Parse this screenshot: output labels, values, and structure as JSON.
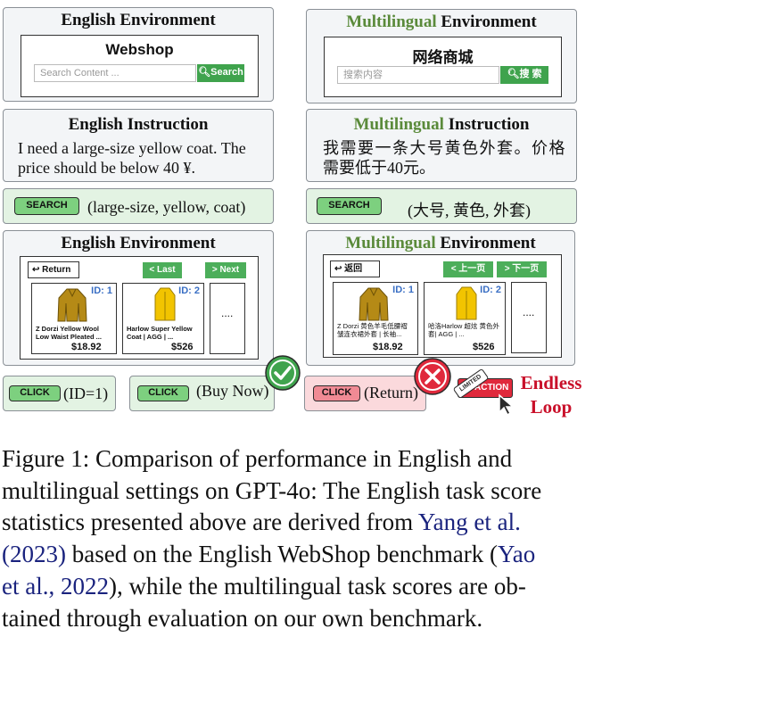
{
  "en": {
    "env_title": "English Environment",
    "shop_title": "Webshop",
    "search_placeholder": "Search Content ...",
    "search_button": "Search",
    "instr_title": "English Instruction",
    "instr_line1": "I need a large-size yellow coat. The",
    "instr_line2": "price should be below 40 ¥.",
    "search_tag": "SEARCH",
    "search_query": "(large-size, yellow, coat)",
    "env2_title": "English Environment",
    "return_label": "Return",
    "last_label": "< Last",
    "next_label": "> Next",
    "products": [
      {
        "id": "ID: 1",
        "name": "Z Dorzi Yellow Wool Low Waist Pleated ...",
        "price": "$18.92"
      },
      {
        "id": "ID: 2",
        "name": "Harlow Super Yellow Coat | AGG | ...",
        "price": "$526"
      }
    ],
    "more": "....",
    "click_tag": "CLICK",
    "click1": "(ID=1)",
    "click2": "(Buy Now)"
  },
  "ml": {
    "word": "Multilingual",
    "env_rest": " Environment",
    "shop_title": "网络商城",
    "search_placeholder": "搜索内容",
    "search_button": "搜 索",
    "instr_rest": " Instruction",
    "instr_line1": "我需要一条大号黄色外套。价格",
    "instr_line2": "需要低于40元。",
    "search_tag": "SEARCH",
    "search_query": "(大号, 黄色, 外套)",
    "return_label": "返回",
    "last_label": "< 上一页",
    "next_label": "> 下一页",
    "products": [
      {
        "id": "ID: 1",
        "name": "Z Dorzi 黄色羊毛低腰褶皱连衣裙外套 | 长袖...",
        "price": "$18.92"
      },
      {
        "id": "ID: 2",
        "name": "哈洛Harlow 超炫 黄色外套| AGG | ...",
        "price": "$526"
      }
    ],
    "more": "....",
    "click_tag": "CLICK",
    "click1": "(Return)",
    "limited_label": "LIMITED",
    "action_label": "ACTION",
    "endless1": "Endless",
    "endless2": "Loop"
  },
  "caption": {
    "l1": "Figure 1: Comparison of performance in English and",
    "l2": "multilingual settings on GPT-4o: The English task score",
    "l3a": "statistics presented above are derived from ",
    "l3b": "Yang et al.",
    "l4a": "(2023)",
    "l4b": " based on the English WebShop benchmark (",
    "l4c": "Yao",
    "l5a": "et al., 2022",
    "l5b": "), while the multilingual task scores are ob-",
    "l6": "tained through evaluation on our own benchmark."
  },
  "colors": {
    "green_ok": "#3fa34d",
    "red_fail": "#e0293c",
    "cite": "#1a237e",
    "ml_green": "#5a8a3a"
  }
}
